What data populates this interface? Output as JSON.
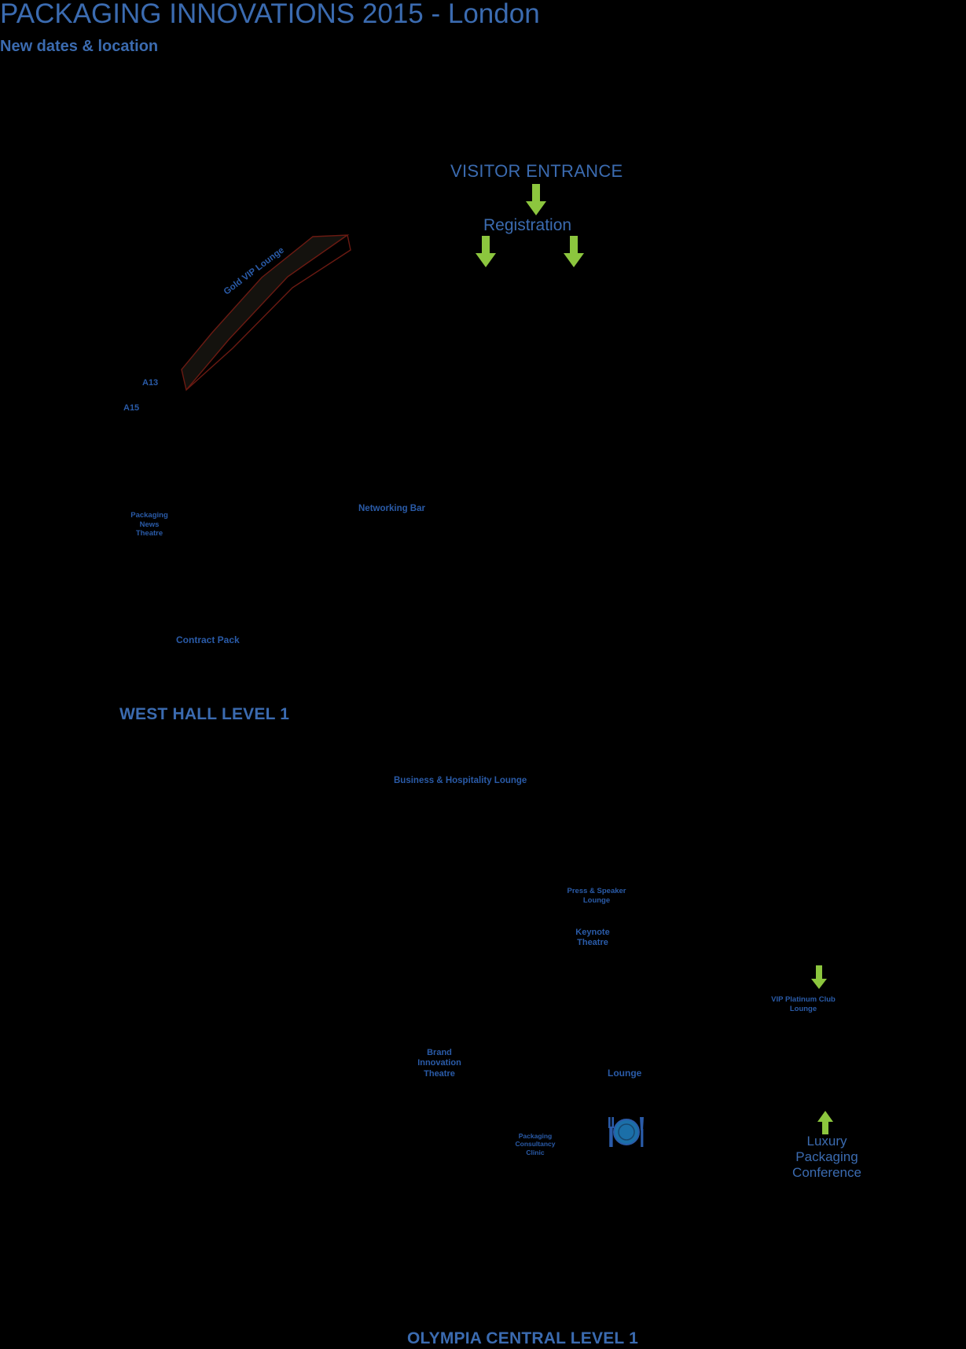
{
  "header": {
    "title": "PACKAGING INNOVATIONS 2015 - London",
    "subtitle": "New dates & location",
    "title_color": "#3b6bb0"
  },
  "colors": {
    "background": "#000000",
    "label_blue": "#2a5ba8",
    "heading_blue": "#3b6bb0",
    "arrow_green": "#8cc63e",
    "hall_outline": "#6b1a12"
  },
  "map": {
    "entrance": {
      "visitor_entrance": "VISITOR ENTRANCE",
      "registration": "Registration"
    },
    "halls": [
      {
        "name": "WEST HALL LEVEL  1"
      },
      {
        "name": "OLYMPIA CENTRAL LEVEL  1"
      }
    ],
    "stands": [
      {
        "code": "A13"
      },
      {
        "code": "A15"
      }
    ],
    "features": [
      {
        "label": "Gold VIP Lounge"
      },
      {
        "label": "Packaging\nNews\nTheatre"
      },
      {
        "label": "Networking Bar"
      },
      {
        "label": "Contract Pack"
      },
      {
        "label": "Business & Hospitality Lounge"
      },
      {
        "label": "Press & Speaker\nLounge"
      },
      {
        "label": "Keynote\nTheatre"
      },
      {
        "label": "VIP Platinum Club\nLounge"
      },
      {
        "label": "Brand\nInnovation\nTheatre"
      },
      {
        "label": "Lounge"
      },
      {
        "label": "Packaging\nConsultancy\nClinic"
      },
      {
        "label": "Luxury\nPackaging\nConference"
      }
    ],
    "icons": [
      {
        "name": "restaurant-icon"
      }
    ],
    "arrows": [
      {
        "name": "entrance-arrow-down",
        "direction": "down"
      },
      {
        "name": "registration-arrow-left-down",
        "direction": "down"
      },
      {
        "name": "registration-arrow-right-down",
        "direction": "down"
      },
      {
        "name": "vip-platinum-arrow-down",
        "direction": "down"
      },
      {
        "name": "luxury-conference-arrow-up",
        "direction": "up"
      }
    ]
  },
  "labels": {
    "visitor_entrance": "VISITOR ENTRANCE",
    "registration": "Registration",
    "gold_vip_lounge": "Gold VIP Lounge",
    "a13": "A13",
    "a15": "A15",
    "packaging_news_theatre": "Packaging News Theatre",
    "packaging_news_theatre_l1": "Packaging",
    "packaging_news_theatre_l2": "News",
    "packaging_news_theatre_l3": "Theatre",
    "networking_bar": "Networking Bar",
    "contract_pack": "Contract Pack",
    "west_hall_level": "WEST HALL LEVEL  1",
    "business_hospitality_lounge": "Business & Hospitality Lounge",
    "press_speaker_l1": "Press & Speaker",
    "press_speaker_l2": "Lounge",
    "keynote_l1": "Keynote",
    "keynote_l2": "Theatre",
    "vip_platinum_l1": "VIP Platinum Club",
    "vip_platinum_l2": "Lounge",
    "brand_innovation_l1": "Brand",
    "brand_innovation_l2": "Innovation",
    "brand_innovation_l3": "Theatre",
    "lounge": "Lounge",
    "packaging_consultancy_l1": "Packaging",
    "packaging_consultancy_l2": "Consultancy",
    "packaging_consultancy_l3": "Clinic",
    "luxury_l1": "Luxury",
    "luxury_l2": "Packaging",
    "luxury_l3": "Conference",
    "olympia_central_level": "OLYMPIA CENTRAL LEVEL  1"
  }
}
